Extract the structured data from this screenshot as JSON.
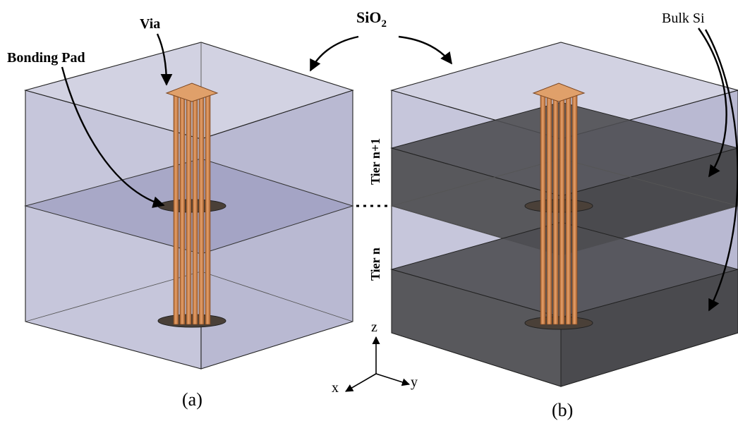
{
  "labels": {
    "via": "Via",
    "bonding_pad": "Bonding Pad",
    "sio2_main": "SiO",
    "sio2_sub": "2",
    "bulk_si": "Bulk Si",
    "tier_upper": "Tier n+1",
    "tier_lower": "Tier n",
    "panel_a": "(a)",
    "panel_b": "(b)",
    "axis_z": "z",
    "axis_x": "x",
    "axis_y": "y"
  },
  "colors": {
    "sio2_fill": "#c9c9dc",
    "sio2_interface": "#9d9dc0",
    "bulk_si_fill": "#555555",
    "via_copper": "#d9935c",
    "via_dark": "#9a5a2c",
    "outline": "#222222"
  }
}
